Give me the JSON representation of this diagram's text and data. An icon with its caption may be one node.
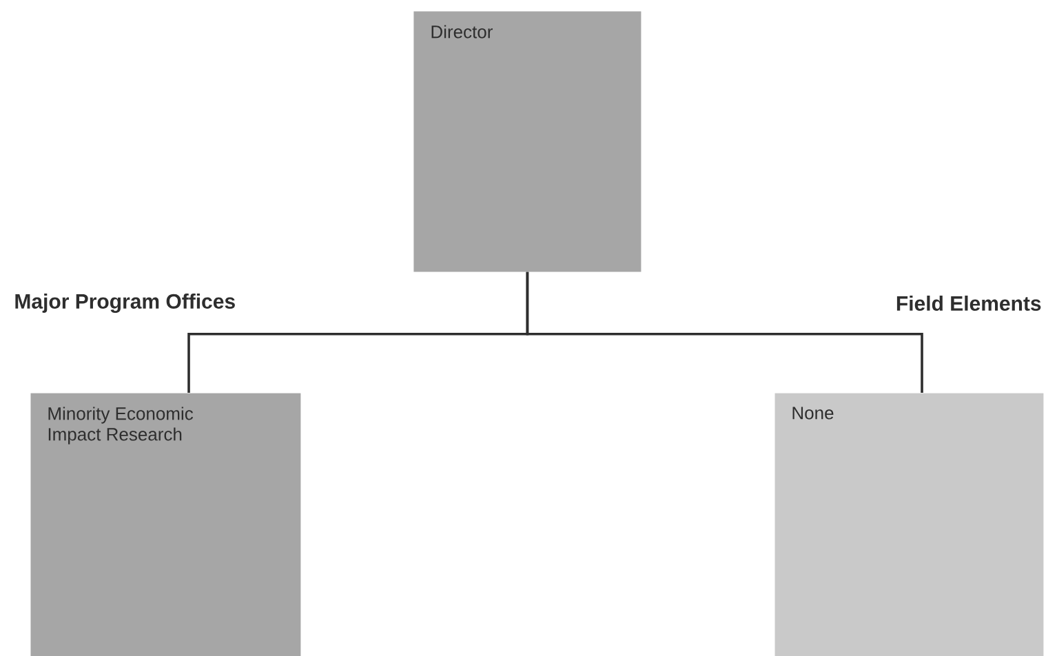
{
  "diagram": {
    "nodes": [
      {
        "text": [
          "Director"
        ]
      },
      {
        "text": [
          "Minority Economic Impact Research"
        ]
      },
      {
        "text": [
          "None"
        ]
      }
    ],
    "edges": [
      {
        "from": 0,
        "to": 1,
        "arrow": "none"
      },
      {
        "from": 0,
        "to": 2,
        "arrow": "none"
      }
    ],
    "labels": [
      "Major Program Offices",
      "Field Elements"
    ]
  }
}
